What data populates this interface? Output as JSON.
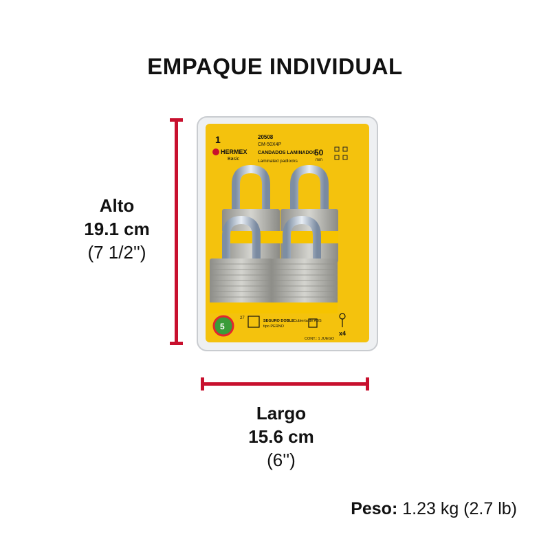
{
  "title": "EMPAQUE INDIVIDUAL",
  "alto": {
    "label": "Alto",
    "metric": "19.1 cm",
    "imperial": "(7 1/2'')"
  },
  "largo": {
    "label": "Largo",
    "metric": "15.6 cm",
    "imperial": "(6'')"
  },
  "peso": {
    "label": "Peso:",
    "value": "1.23 kg (2.7 lb)"
  },
  "package": {
    "brand": "HERMEX",
    "brand_sub": "Basic",
    "warranty": "1",
    "code": "20508",
    "model": "CM-50X4P",
    "name": "CANDADOS LAMINADOS",
    "name_en": "Laminated padlocks",
    "size_value": "50",
    "size_unit": "mm",
    "rating": "5",
    "feature_1": "SEGURO DOBLE",
    "feature_2": "tipo PERNO",
    "feature_3": "Cubierta de ABS",
    "count": "x4",
    "contents": "CONT.: 1 JUEGO",
    "pin": "27"
  },
  "colors": {
    "accent": "#c8102e",
    "package_yellow": "#f4c20d",
    "steel": "#b8b8b4"
  }
}
